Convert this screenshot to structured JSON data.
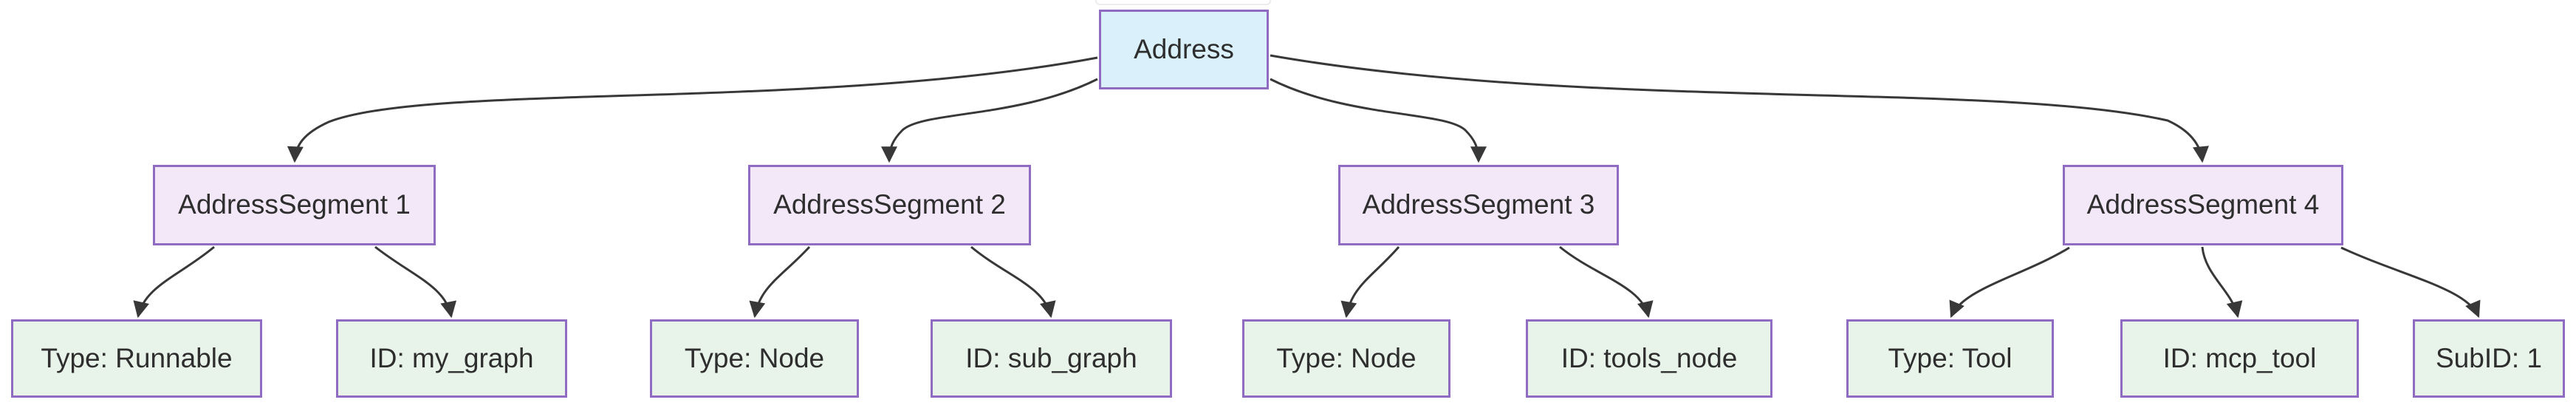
{
  "colors": {
    "background": "#ffffff",
    "root-fill": "#daf0fb",
    "segment-fill": "#f3e8f8",
    "leaf-fill": "#e8f3ea",
    "node-border": "#8f6bc2",
    "edge-color": "#383838",
    "text-color": "#2e2e2e"
  },
  "nodes": {
    "root": {
      "label": "Address"
    },
    "segments": [
      {
        "label": "AddressSegment 1"
      },
      {
        "label": "AddressSegment 2"
      },
      {
        "label": "AddressSegment 3"
      },
      {
        "label": "AddressSegment 4"
      }
    ],
    "leaves": [
      {
        "label": "Type: Runnable",
        "parent": "AddressSegment 1"
      },
      {
        "label": "ID: my_graph",
        "parent": "AddressSegment 1"
      },
      {
        "label": "Type: Node",
        "parent": "AddressSegment 2"
      },
      {
        "label": "ID: sub_graph",
        "parent": "AddressSegment 2"
      },
      {
        "label": "Type: Node",
        "parent": "AddressSegment 3"
      },
      {
        "label": "ID: tools_node",
        "parent": "AddressSegment 3"
      },
      {
        "label": "Type: Tool",
        "parent": "AddressSegment 4"
      },
      {
        "label": "ID: mcp_tool",
        "parent": "AddressSegment 4"
      },
      {
        "label": "SubID: 1",
        "parent": "AddressSegment 4"
      }
    ]
  },
  "edges": [
    {
      "from": "Address",
      "to": "AddressSegment 1"
    },
    {
      "from": "Address",
      "to": "AddressSegment 2"
    },
    {
      "from": "Address",
      "to": "AddressSegment 3"
    },
    {
      "from": "Address",
      "to": "AddressSegment 4"
    },
    {
      "from": "AddressSegment 1",
      "to": "Type: Runnable"
    },
    {
      "from": "AddressSegment 1",
      "to": "ID: my_graph"
    },
    {
      "from": "AddressSegment 2",
      "to": "Type: Node"
    },
    {
      "from": "AddressSegment 2",
      "to": "ID: sub_graph"
    },
    {
      "from": "AddressSegment 3",
      "to": "Type: Node"
    },
    {
      "from": "AddressSegment 3",
      "to": "ID: tools_node"
    },
    {
      "from": "AddressSegment 4",
      "to": "Type: Tool"
    },
    {
      "from": "AddressSegment 4",
      "to": "ID: mcp_tool"
    },
    {
      "from": "AddressSegment 4",
      "to": "SubID: 1"
    }
  ]
}
